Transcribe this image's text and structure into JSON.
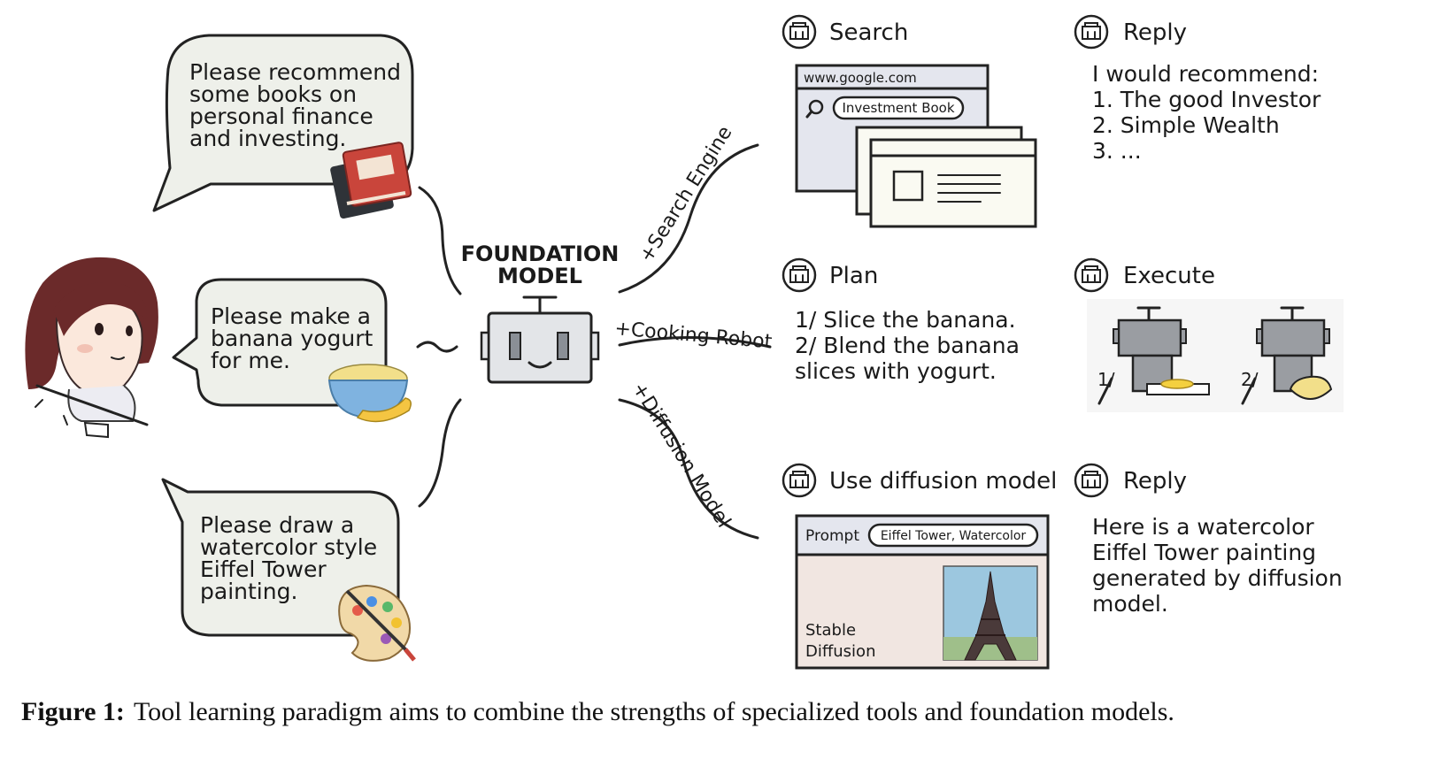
{
  "user_requests": [
    {
      "lines": [
        "Please recommend",
        "some books on",
        "personal finance",
        "and investing."
      ]
    },
    {
      "lines": [
        "Please make a",
        "banana yogurt",
        "for me."
      ]
    },
    {
      "lines": [
        "Please draw a",
        "watercolor style",
        "Eiffel Tower",
        "painting."
      ]
    }
  ],
  "center": {
    "line1": "FOUNDATION",
    "line2": "MODEL"
  },
  "branches": {
    "search": "+Search Engine",
    "cooking": "+Cooking Robot",
    "diffusion": "+Diffusion Model"
  },
  "steps": {
    "search": "Search",
    "reply_top": "Reply",
    "plan": "Plan",
    "execute": "Execute",
    "use_diffusion": "Use diffusion model",
    "reply_bottom": "Reply"
  },
  "browser": {
    "url": "www.google.com",
    "query": "Investment Book"
  },
  "reply_top_lines": [
    "I would recommend:",
    "1. The good Investor",
    "2. Simple Wealth",
    "3. ..."
  ],
  "plan_lines": [
    "1/  Slice the banana.",
    "2/  Blend the banana",
    "slices with yogurt."
  ],
  "execute_steps": [
    "1/",
    "2/"
  ],
  "diffusion_panel": {
    "prompt_label": "Prompt",
    "prompt_value": "Eiffel Tower, Watercolor",
    "tool_line1": "Stable",
    "tool_line2": "Diffusion"
  },
  "reply_bottom_lines": [
    "Here is a watercolor",
    "Eiffel Tower painting",
    "generated by diffusion",
    "model."
  ],
  "caption": {
    "label": "Figure 1:",
    "text": "Tool learning paradigm aims to combine the strengths of specialized tools and foundation models."
  },
  "colors": {
    "bubble": "#eef0ea",
    "robot": "#e3e5e8",
    "window": "#e4e6ee",
    "panel": "#f1e6e1",
    "book_red": "#c9453b",
    "hair": "#6b2a2a"
  }
}
